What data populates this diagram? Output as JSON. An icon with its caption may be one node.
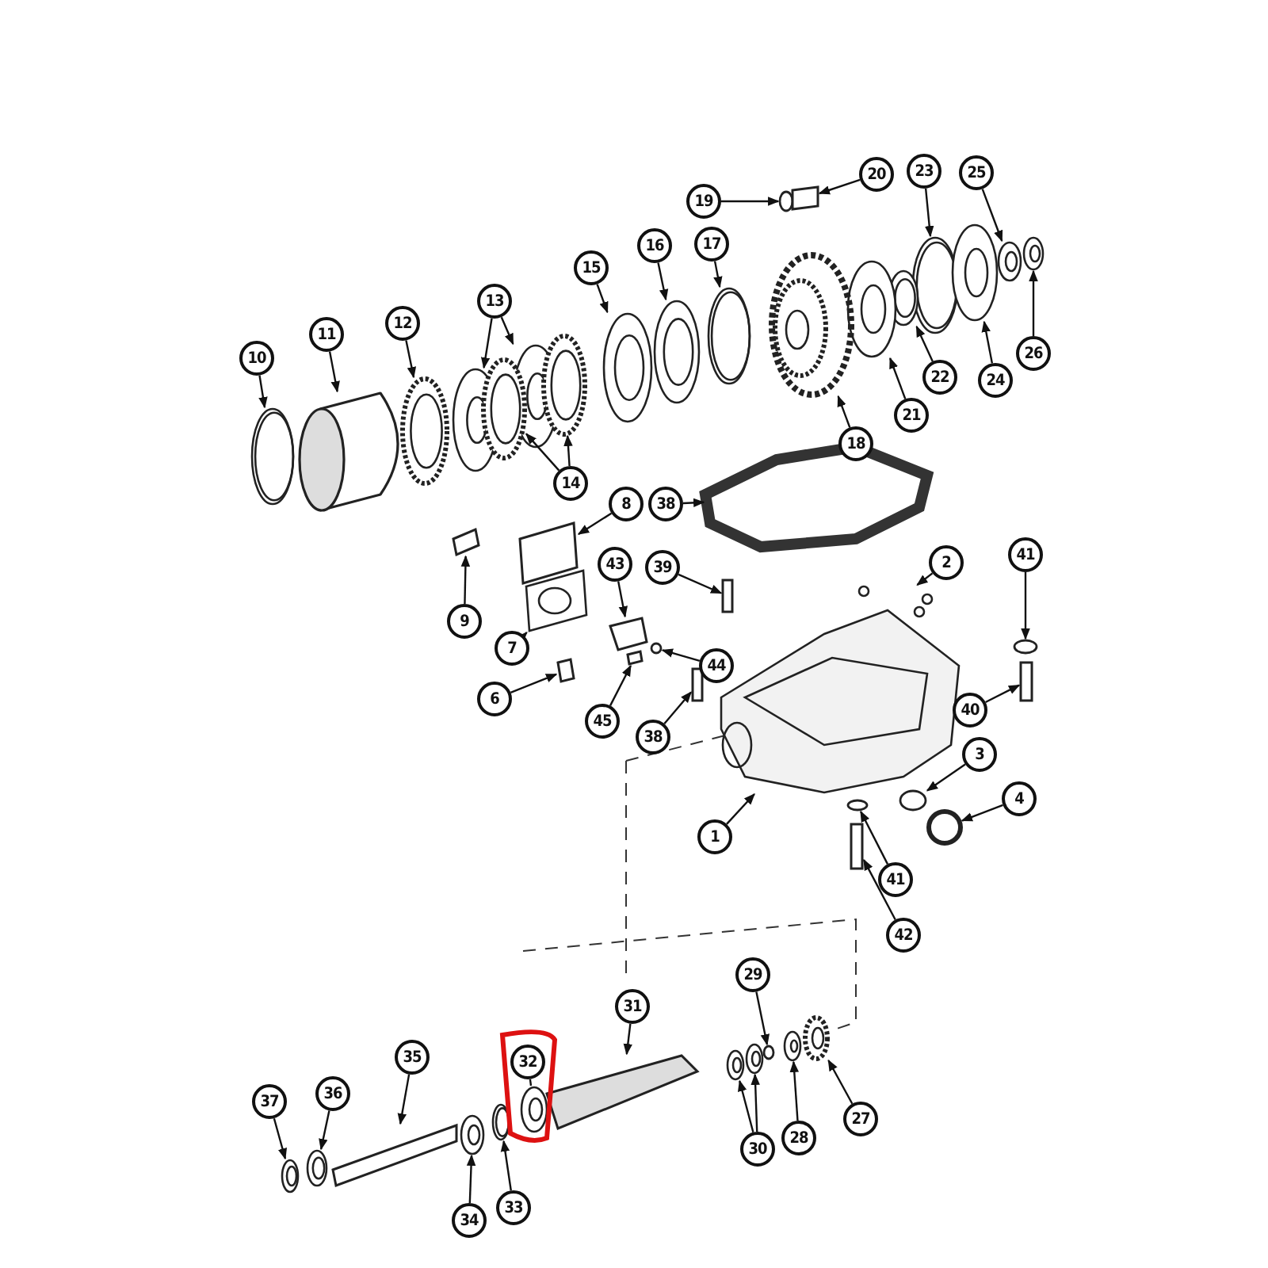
{
  "diagram": {
    "nodes": [
      {
        "text": [
          "19"
        ]
      },
      {
        "text": [
          "20"
        ]
      },
      {
        "text": [
          "23"
        ]
      },
      {
        "text": [
          "25"
        ]
      },
      {
        "text": [
          "17"
        ]
      },
      {
        "text": [
          "16"
        ]
      },
      {
        "text": [
          "15"
        ]
      },
      {
        "text": [
          "13"
        ]
      },
      {
        "text": [
          "12"
        ]
      },
      {
        "text": [
          "11"
        ]
      },
      {
        "text": [
          "10"
        ]
      },
      {
        "text": [
          "26"
        ]
      },
      {
        "text": [
          "22"
        ]
      },
      {
        "text": [
          "24"
        ]
      },
      {
        "text": [
          "21"
        ]
      },
      {
        "text": [
          "18"
        ]
      },
      {
        "text": [
          "14"
        ]
      },
      {
        "text": [
          "38"
        ]
      },
      {
        "text": [
          "8"
        ]
      },
      {
        "text": [
          "41"
        ]
      },
      {
        "text": [
          "2"
        ]
      },
      {
        "text": [
          "39"
        ]
      },
      {
        "text": [
          "9"
        ]
      },
      {
        "text": [
          "7"
        ]
      },
      {
        "text": [
          "43"
        ]
      },
      {
        "text": [
          "44"
        ]
      },
      {
        "text": [
          "40"
        ]
      },
      {
        "text": [
          "6"
        ]
      },
      {
        "text": [
          "45"
        ]
      },
      {
        "text": [
          "38"
        ]
      },
      {
        "text": [
          "3"
        ]
      },
      {
        "text": [
          "4"
        ]
      },
      {
        "text": [
          "1"
        ]
      },
      {
        "text": [
          "41"
        ]
      },
      {
        "text": [
          "42"
        ]
      },
      {
        "text": [
          "29"
        ]
      },
      {
        "text": [
          "31"
        ]
      },
      {
        "text": [
          "32"
        ]
      },
      {
        "text": [
          "27"
        ]
      },
      {
        "text": [
          "35"
        ]
      },
      {
        "text": [
          "28"
        ]
      },
      {
        "text": [
          "36"
        ]
      },
      {
        "text": [
          "30"
        ]
      },
      {
        "text": [
          "37"
        ]
      },
      {
        "text": [
          "33"
        ]
      },
      {
        "text": [
          "34"
        ]
      },
      {
        "text": [],
        "shape": "circle"
      },
      {
        "text": [],
        "shape": "box"
      },
      {
        "text": [],
        "shape": "picture"
      },
      {
        "text": [],
        "shape": "picture"
      },
      {
        "text": [],
        "shape": "picture"
      },
      {
        "text": [],
        "shape": "picture"
      },
      {
        "text": [],
        "shape": "picture"
      },
      {
        "text": [],
        "shape": "picture"
      },
      {
        "text": [],
        "shape": "picture"
      },
      {
        "text": [],
        "shape": "picture"
      },
      {
        "text": [],
        "shape": "cylinder"
      },
      {
        "text": [],
        "shape": "picture"
      },
      {
        "text": [],
        "shape": "picture"
      },
      {
        "text": [],
        "shape": "picture"
      },
      {
        "text": [],
        "shape": "picture"
      },
      {
        "text": [],
        "shape": "picture"
      },
      {
        "text": [],
        "shape": "picture"
      },
      {
        "text": [],
        "shape": "picture"
      },
      {
        "text": [],
        "shape": "picture"
      },
      {
        "text": [],
        "shape": "picture"
      },
      {
        "text": [],
        "shape": "box"
      },
      {
        "text": [],
        "shape": "circle"
      },
      {
        "text": [],
        "shape": "picture"
      },
      {
        "text": [],
        "shape": "box"
      },
      {
        "text": [],
        "shape": "box"
      },
      {
        "text": [],
        "shape": "picture"
      },
      {
        "text": [],
        "shape": "box"
      },
      {
        "text": [],
        "shape": "circle"
      },
      {
        "text": [],
        "shape": "box"
      },
      {
        "text": [],
        "shape": "box"
      },
      {
        "text": [],
        "shape": "box"
      },
      {
        "text": [],
        "shape": "box"
      },
      {
        "text": [],
        "shape": "circle"
      },
      {
        "text": [],
        "shape": "circle"
      },
      {
        "text": [],
        "shape": "picture"
      },
      {
        "text": [],
        "shape": "circle"
      },
      {
        "text": [],
        "shape": "box"
      },
      {
        "text": [],
        "shape": "circle"
      },
      {
        "text": [],
        "shape": "box"
      },
      {
        "text": [],
        "shape": "picture"
      },
      {
        "text": [],
        "shape": "picture"
      },
      {
        "text": [],
        "shape": "box"
      },
      {
        "text": [],
        "shape": "picture"
      },
      {
        "text": [],
        "shape": "picture"
      },
      {
        "text": [],
        "shape": "picture"
      },
      {
        "text": [],
        "shape": "picture"
      },
      {
        "text": [],
        "shape": "picture"
      },
      {
        "text": [],
        "shape": "picture"
      },
      {
        "text": [],
        "shape": "picture"
      }
    ],
    "edges": [
      {
        "from": 0,
        "to": 46,
        "arrow": "to"
      },
      {
        "from": 1,
        "to": 47,
        "arrow": "to"
      },
      {
        "from": 2,
        "to": 48,
        "arrow": "to"
      },
      {
        "from": 3,
        "to": 49,
        "arrow": "to"
      },
      {
        "from": 4,
        "to": 50,
        "arrow": "to"
      },
      {
        "from": 5,
        "to": 51,
        "arrow": "to"
      },
      {
        "from": 6,
        "to": 52,
        "arrow": "to"
      },
      {
        "from": 7,
        "to": 53,
        "arrow": "to"
      },
      {
        "from": 7,
        "to": 54,
        "arrow": "to"
      },
      {
        "from": 8,
        "to": 55,
        "arrow": "to"
      },
      {
        "from": 9,
        "to": 56,
        "arrow": "to"
      },
      {
        "from": 10,
        "to": 57,
        "arrow": "to"
      },
      {
        "from": 11,
        "to": 58,
        "arrow": "to"
      },
      {
        "from": 12,
        "to": 59,
        "arrow": "to"
      },
      {
        "from": 13,
        "to": 60,
        "arrow": "to"
      },
      {
        "from": 14,
        "to": 61,
        "arrow": "to"
      },
      {
        "from": 15,
        "to": 62,
        "arrow": "to"
      },
      {
        "from": 16,
        "to": 63,
        "arrow": "to"
      },
      {
        "from": 16,
        "to": 64,
        "arrow": "to"
      },
      {
        "from": 17,
        "to": 65,
        "arrow": "to"
      },
      {
        "from": 18,
        "to": 66,
        "arrow": "to"
      },
      {
        "from": 19,
        "to": 67,
        "arrow": "to"
      },
      {
        "from": 20,
        "to": 68,
        "arrow": "to"
      },
      {
        "from": 21,
        "to": 69,
        "arrow": "to"
      },
      {
        "from": 22,
        "to": 70,
        "arrow": "to"
      },
      {
        "from": 23,
        "to": 71,
        "arrow": "to"
      },
      {
        "from": 24,
        "to": 72,
        "arrow": "to"
      },
      {
        "from": 25,
        "to": 73,
        "arrow": "to"
      },
      {
        "from": 26,
        "to": 74,
        "arrow": "to"
      },
      {
        "from": 27,
        "to": 75,
        "arrow": "to"
      },
      {
        "from": 28,
        "to": 76,
        "arrow": "to"
      },
      {
        "from": 29,
        "to": 77,
        "arrow": "to"
      },
      {
        "from": 30,
        "to": 78,
        "arrow": "to"
      },
      {
        "from": 31,
        "to": 79,
        "arrow": "to"
      },
      {
        "from": 32,
        "to": 80,
        "arrow": "to"
      },
      {
        "from": 33,
        "to": 81,
        "arrow": "to"
      },
      {
        "from": 34,
        "to": 82,
        "arrow": "to"
      },
      {
        "from": 35,
        "to": 83,
        "arrow": "to"
      },
      {
        "from": 36,
        "to": 84,
        "arrow": "to"
      },
      {
        "from": 37,
        "to": 85,
        "arrow": "none"
      },
      {
        "from": 38,
        "to": 86,
        "arrow": "to"
      },
      {
        "from": 39,
        "to": 87,
        "arrow": "to"
      },
      {
        "from": 40,
        "to": 88,
        "arrow": "to"
      },
      {
        "from": 41,
        "to": 89,
        "arrow": "to"
      },
      {
        "from": 42,
        "to": 90,
        "arrow": "to"
      },
      {
        "from": 42,
        "to": 91,
        "arrow": "to"
      },
      {
        "from": 43,
        "to": 92,
        "arrow": "to"
      },
      {
        "from": 44,
        "to": 93,
        "arrow": "to"
      },
      {
        "from": 45,
        "to": 94,
        "arrow": "to"
      }
    ]
  }
}
